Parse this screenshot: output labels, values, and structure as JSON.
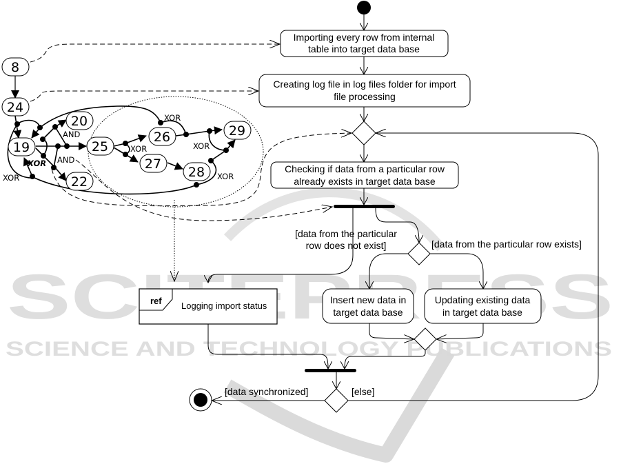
{
  "diagram": {
    "type": "uml-activity-diagram",
    "watermark": {
      "main": "SCITEPRESS",
      "sub": "SCIENCE AND TECHNOLOGY PUBLICATIONS",
      "color": "#d9d9d9"
    },
    "actions": {
      "importing": [
        "Importing every row from internal",
        "table into target data base"
      ],
      "creating_log": [
        "Creating log file in log files folder for import",
        "file processing"
      ],
      "checking": [
        "Checking if data from a particular row",
        "already exists in target data base"
      ],
      "insert": [
        "Insert new data in",
        "target data base"
      ],
      "updating": [
        "Updating existing data",
        "in target data base"
      ]
    },
    "ref_frame": {
      "tag": "ref",
      "label": "Logging import status"
    },
    "guards": {
      "not_exist": [
        "[data from the particular",
        "row does not exist]"
      ],
      "exists": "[data from the particular row exists]",
      "synchronized": "[data synchronized]",
      "else": "[else]"
    },
    "graph": {
      "nodes": [
        "8",
        "24",
        "19",
        "20",
        "22",
        "25",
        "26",
        "27",
        "28",
        "29"
      ],
      "operators": {
        "and_upper": "AND",
        "and_lower": "AND",
        "xor_left": "XOR",
        "xor_bold": "XOR",
        "xor_25": "XOR",
        "xor_26": "XOR",
        "xor_29": "XOR",
        "xor_28": "XOR"
      }
    }
  }
}
